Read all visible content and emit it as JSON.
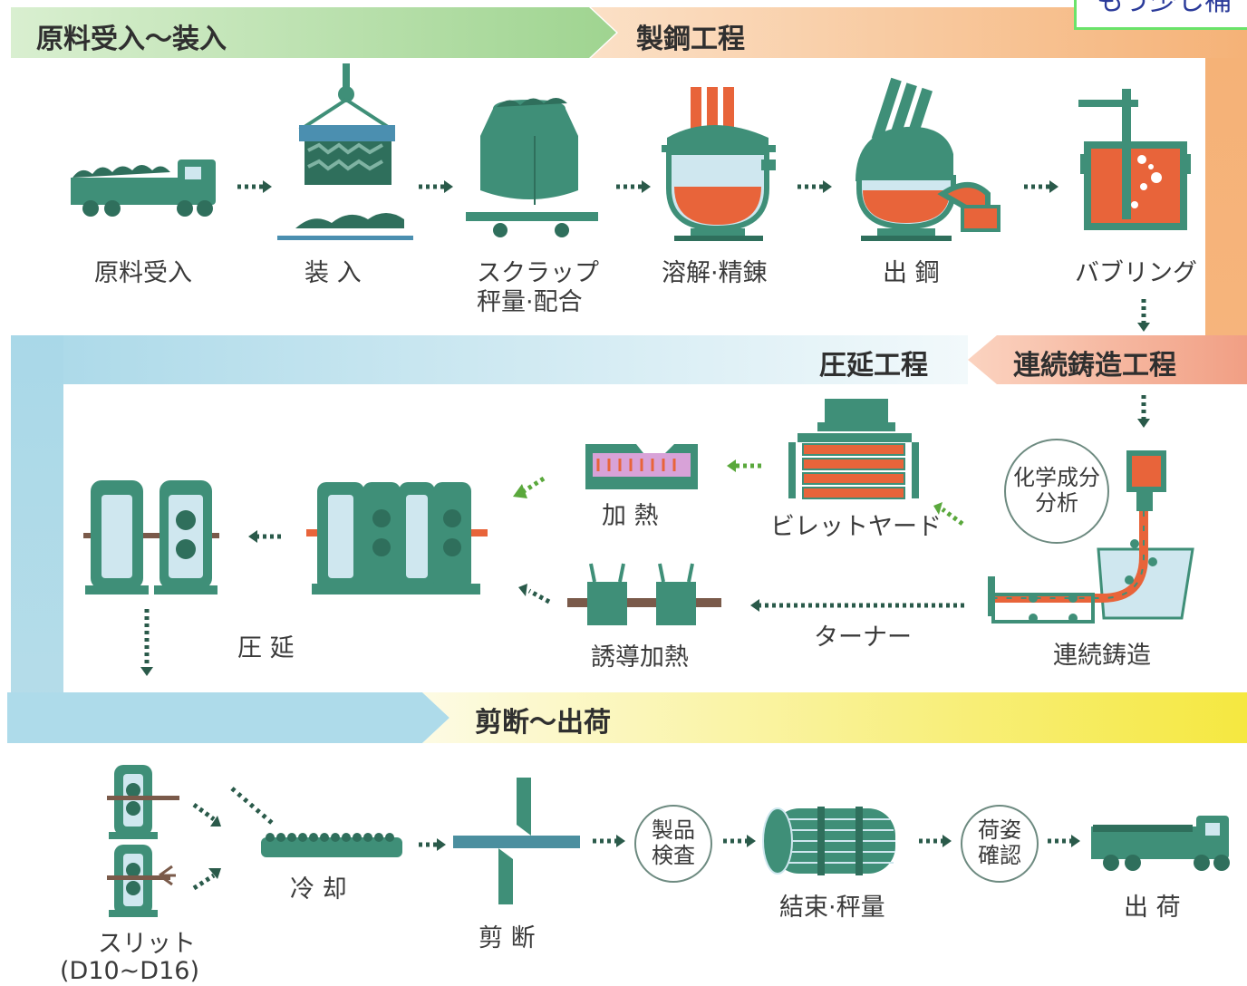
{
  "bands": {
    "raw_to_charge": "原料受入～装入",
    "steelmaking": "製鋼工程",
    "continuous_casting": "連続鋳造工程",
    "rolling": "圧延工程",
    "cutting_to_shipping": "剪断～出荷"
  },
  "corner_text": "もう少し補",
  "steps": {
    "raw_receiving": "原料受入",
    "charging": "装 入",
    "scrap_weighing_line1": "スクラップ",
    "scrap_weighing_line2": "秤量·配合",
    "melting_refining": "溶解·精錬",
    "tapping": "出 鋼",
    "bubbling": "バブリング",
    "continuous_casting": "連続鋳造",
    "chemical_analysis_line1": "化学成分",
    "chemical_analysis_line2": "分析",
    "turner": "ターナー",
    "billet_yard": "ビレットヤード",
    "heating": "加 熱",
    "induction_heating": "誘導加熱",
    "rolling": "圧 延",
    "slit_line1": "スリット",
    "slit_line2": "(D10~D16)",
    "cooling": "冷 却",
    "shearing": "剪 断",
    "product_inspection_line1": "製品",
    "product_inspection_line2": "検査",
    "bundling_weighing": "結束·秤量",
    "packing_check_line1": "荷姿",
    "packing_check_line2": "確認",
    "shipping": "出 荷"
  },
  "colors": {
    "machine": "#3f8f78",
    "machine_dark": "#2f6f5c",
    "molten": "#e8643a",
    "light_blue": "#cfe7ef",
    "arrow": "#2a5a4a",
    "green_band": "#9fd490",
    "orange_band": "#f5b277",
    "blue_band": "#a9d8e8",
    "yellow_band": "#f5e840"
  }
}
